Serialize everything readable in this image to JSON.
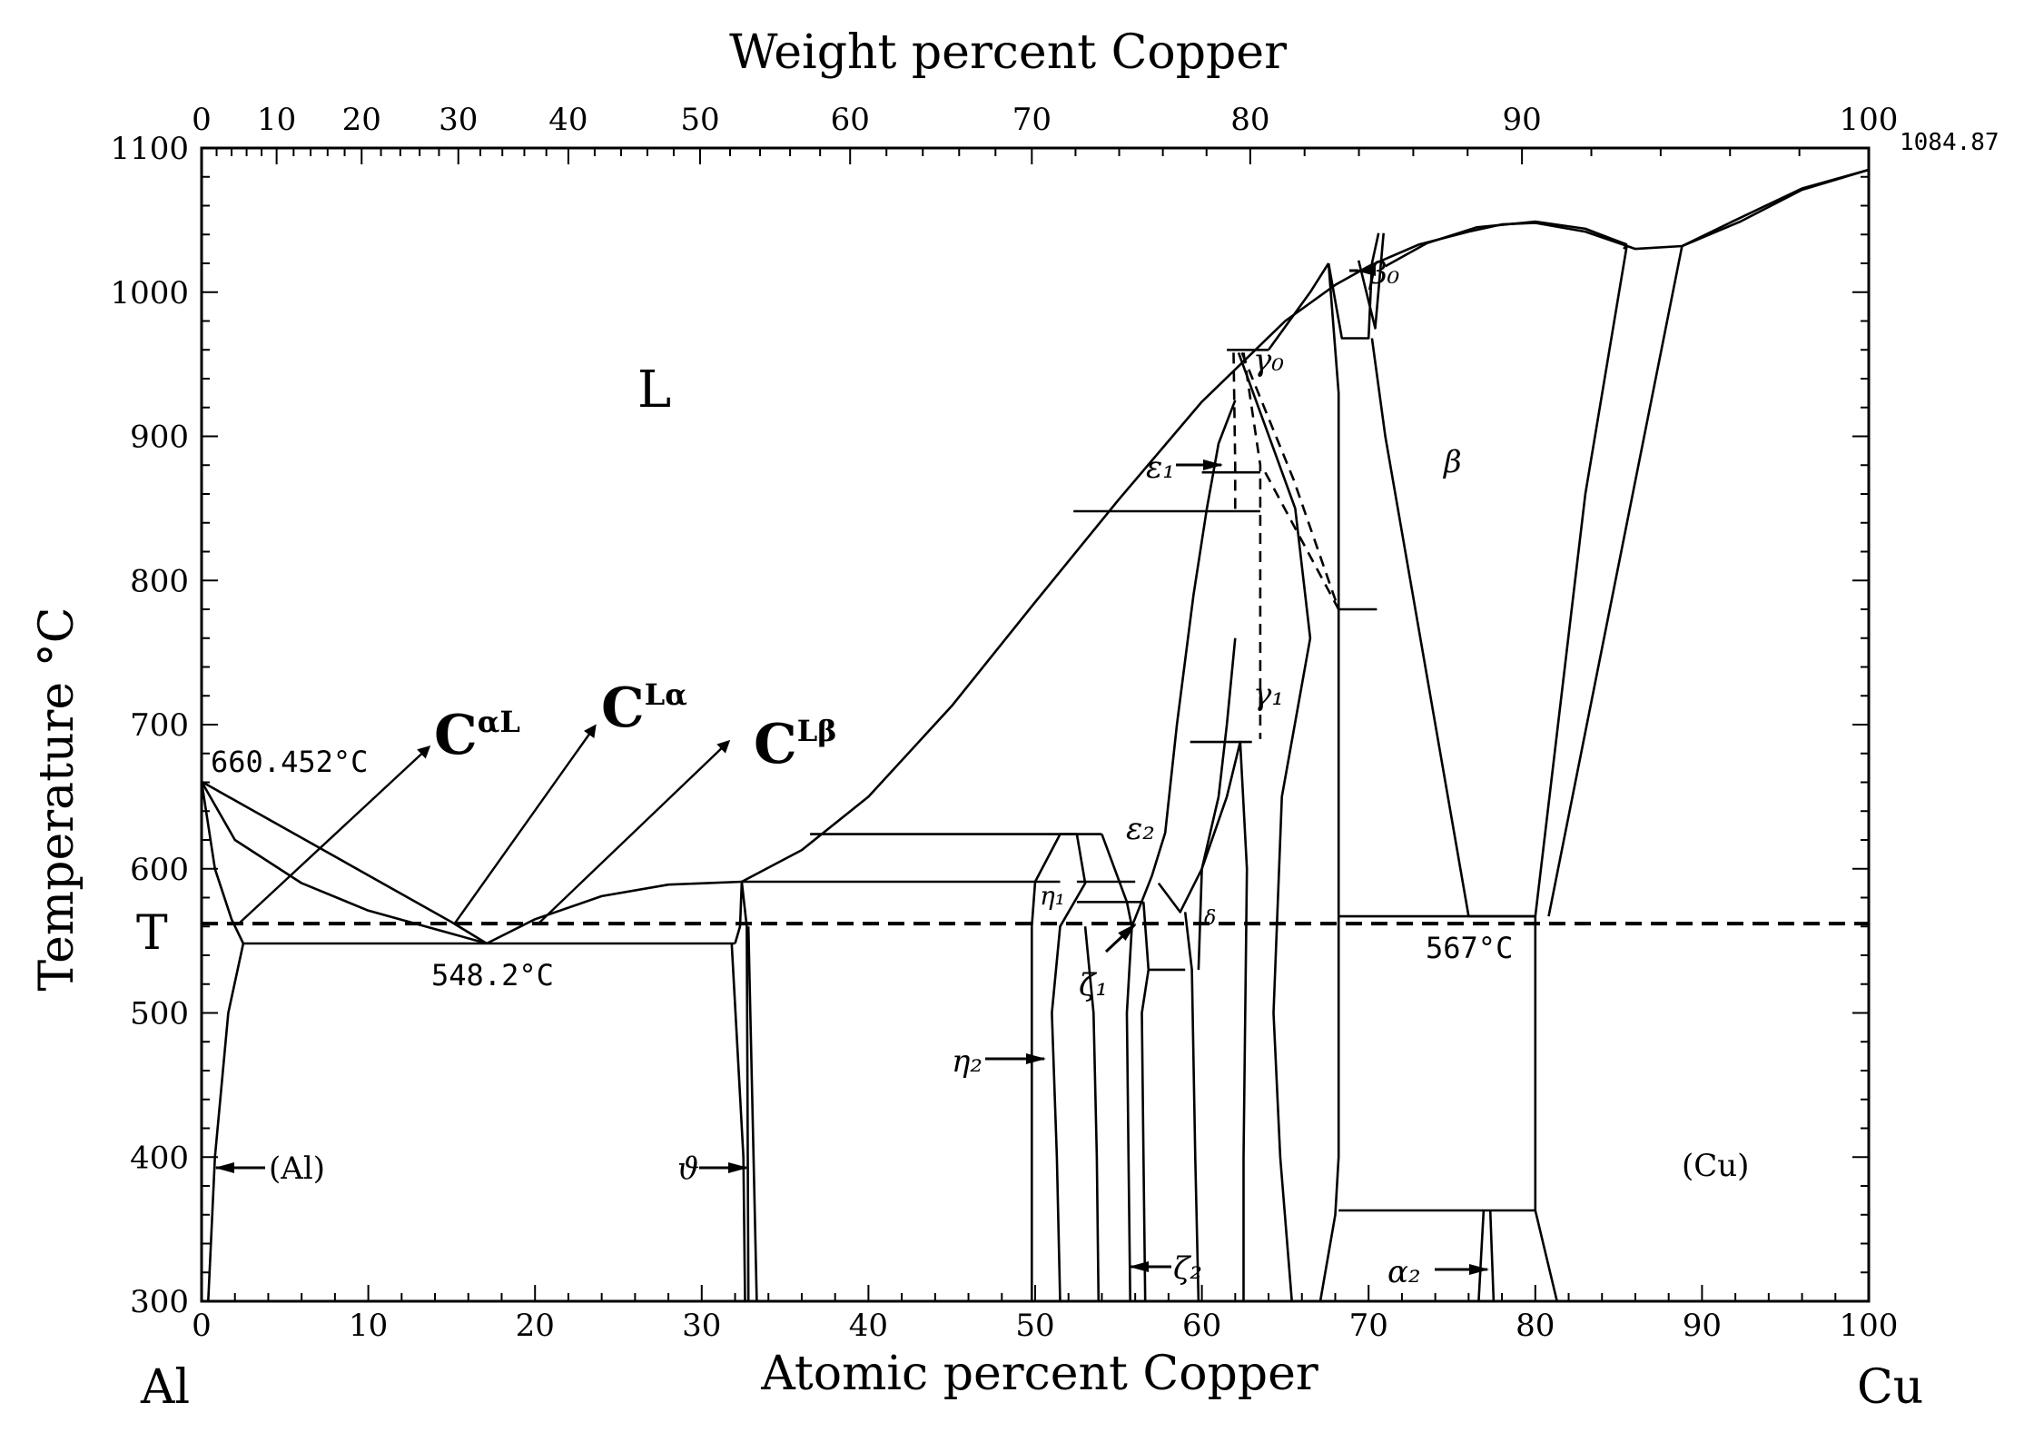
{
  "chart_data": {
    "type": "line",
    "title": "",
    "top_axis": {
      "label": "Weight percent Copper",
      "ticks": [
        0,
        10,
        20,
        30,
        40,
        50,
        60,
        70,
        80,
        90,
        100
      ],
      "tick_at_atomic": [
        0,
        4.5,
        9.6,
        15.4,
        22.0,
        29.9,
        38.9,
        49.8,
        62.9,
        79.2,
        100
      ]
    },
    "bottom_axis": {
      "label": "Atomic percent Copper",
      "ticks": [
        0,
        10,
        20,
        30,
        40,
        50,
        60,
        70,
        80,
        90,
        100
      ],
      "xlim": [
        0,
        100
      ]
    },
    "y_axis": {
      "label": "Temperature  °C",
      "ticks": [
        300,
        400,
        500,
        600,
        700,
        800,
        900,
        1000,
        1100
      ],
      "ylim": [
        300,
        1100
      ]
    },
    "end_labels": {
      "left": "Al",
      "right": "Cu"
    },
    "T_line": {
      "label": "T",
      "temperature": 562
    },
    "notes": [
      {
        "text": "660.452°C",
        "x": 0,
        "y": 660.452
      },
      {
        "text": "548.2°C",
        "x": 17.1,
        "y": 548.2
      },
      {
        "text": "567°C",
        "x": 76,
        "y": 567
      },
      {
        "text": "1084.87",
        "x": 100,
        "y": 1084.87
      }
    ],
    "arrow_labels": [
      {
        "base": "C",
        "sup": "αL"
      },
      {
        "base": "C",
        "sup": "Lα"
      },
      {
        "base": "C",
        "sup": "Lβ"
      }
    ],
    "phase_labels": {
      "L": "L",
      "gamma0": "γ₀",
      "beta0": "β₀",
      "eps1": "ε₁",
      "beta": "β",
      "gamma1": "γ₁",
      "eps2": "ε₂",
      "eta1": "η₁",
      "zeta1": "ζ₁",
      "eta2": "η₂",
      "Al": "(Al)",
      "theta": "ϑ",
      "zeta2": "ζ₂",
      "alpha2": "α₂",
      "Cu": "(Cu)",
      "delta": "δ"
    },
    "series": [
      {
        "style": "solid",
        "points": [
          [
            0,
            660.452
          ],
          [
            2,
            620
          ],
          [
            6,
            590
          ],
          [
            10,
            571
          ],
          [
            15,
            555
          ],
          [
            17.1,
            548.2
          ]
        ]
      },
      {
        "style": "solid",
        "points": [
          [
            17.1,
            548.2
          ],
          [
            20,
            565
          ],
          [
            24,
            581
          ],
          [
            28,
            589
          ],
          [
            32.4,
            591
          ]
        ]
      },
      {
        "style": "solid",
        "points": [
          [
            32.4,
            591
          ],
          [
            36,
            613
          ],
          [
            40,
            650
          ],
          [
            45,
            713
          ],
          [
            50,
            785
          ],
          [
            55,
            856
          ],
          [
            60,
            924
          ],
          [
            65,
            980
          ],
          [
            68,
            1005
          ],
          [
            70,
            1018
          ]
        ]
      },
      {
        "style": "solid",
        "points": [
          [
            70,
            1018
          ],
          [
            73,
            1033
          ],
          [
            76,
            1042
          ],
          [
            78,
            1047
          ],
          [
            80,
            1048
          ],
          [
            83,
            1042
          ],
          [
            86,
            1030
          ],
          [
            88.8,
            1032
          ],
          [
            92,
            1050
          ],
          [
            96,
            1072
          ],
          [
            100,
            1084.87
          ]
        ]
      },
      {
        "style": "solid",
        "points": [
          [
            71,
            1018
          ],
          [
            73.5,
            1034
          ],
          [
            76.5,
            1045
          ],
          [
            80,
            1049
          ],
          [
            83,
            1044
          ],
          [
            85.5,
            1033
          ]
        ]
      },
      {
        "style": "solid",
        "points": [
          [
            88.8,
            1032
          ],
          [
            92.3,
            1049
          ],
          [
            96,
            1071
          ],
          [
            100,
            1084.87
          ]
        ]
      },
      {
        "style": "solid",
        "points": [
          [
            0,
            660.452
          ],
          [
            0.8,
            600
          ],
          [
            1.8,
            565
          ],
          [
            2.5,
            548.2
          ]
        ]
      },
      {
        "style": "solid",
        "points": [
          [
            0,
            660.452
          ],
          [
            15,
            563
          ],
          [
            17.1,
            548.2
          ]
        ]
      },
      {
        "style": "solid",
        "points": [
          [
            2.5,
            548.2
          ],
          [
            32,
            548.2
          ]
        ]
      },
      {
        "style": "solid",
        "points": [
          [
            0.4,
            300
          ],
          [
            0.8,
            400
          ],
          [
            1.6,
            500
          ],
          [
            2.5,
            548.2
          ]
        ]
      },
      {
        "style": "solid",
        "points": [
          [
            32,
            548.2
          ],
          [
            32.3,
            560
          ],
          [
            32.4,
            591
          ],
          [
            32.7,
            560
          ],
          [
            32.8,
            300
          ]
        ]
      },
      {
        "style": "solid",
        "points": [
          [
            31.8,
            548.2
          ],
          [
            32.5,
            400
          ],
          [
            32.6,
            300
          ]
        ]
      },
      {
        "style": "solid",
        "points": [
          [
            32.4,
            591
          ],
          [
            51.5,
            591
          ]
        ]
      },
      {
        "style": "solid",
        "points": [
          [
            32.8,
            560
          ],
          [
            33.3,
            300
          ]
        ]
      },
      {
        "style": "solid",
        "points": [
          [
            36.5,
            624
          ],
          [
            54,
            624
          ]
        ]
      },
      {
        "style": "solid",
        "points": [
          [
            49.8,
            560
          ],
          [
            49.8,
            300
          ]
        ]
      },
      {
        "style": "solid",
        "points": [
          [
            49.8,
            560
          ],
          [
            50,
            591
          ],
          [
            51.5,
            624
          ],
          [
            52.5,
            624
          ],
          [
            53,
            590
          ],
          [
            51.5,
            560
          ],
          [
            51.0,
            500
          ],
          [
            51.3,
            400
          ],
          [
            51.5,
            300
          ]
        ]
      },
      {
        "style": "solid",
        "points": [
          [
            52.5,
            591
          ],
          [
            56,
            591
          ]
        ]
      },
      {
        "style": "solid",
        "points": [
          [
            52.5,
            577
          ],
          [
            56.5,
            577
          ]
        ]
      },
      {
        "style": "solid",
        "points": [
          [
            53,
            560
          ],
          [
            53.5,
            500
          ],
          [
            53.7,
            400
          ],
          [
            53.8,
            300
          ]
        ]
      },
      {
        "style": "solid",
        "points": [
          [
            54,
            624
          ],
          [
            55.5,
            577
          ],
          [
            55.8,
            560
          ],
          [
            55.5,
            500
          ],
          [
            55.6,
            400
          ],
          [
            55.7,
            300
          ]
        ]
      },
      {
        "style": "solid",
        "points": [
          [
            55.8,
            560
          ],
          [
            57,
            595
          ],
          [
            57.8,
            625
          ],
          [
            58.5,
            700
          ],
          [
            59.5,
            790
          ],
          [
            60.3,
            850
          ],
          [
            61,
            895
          ],
          [
            62,
            925
          ]
        ]
      },
      {
        "style": "solid",
        "points": [
          [
            56.5,
            577
          ],
          [
            56.8,
            530
          ],
          [
            56.4,
            500
          ],
          [
            56.5,
            400
          ],
          [
            56.6,
            300
          ]
        ]
      },
      {
        "style": "solid",
        "points": [
          [
            56.8,
            530
          ],
          [
            59,
            530
          ]
        ]
      },
      {
        "style": "solid",
        "points": [
          [
            57.4,
            590
          ],
          [
            58.7,
            570
          ],
          [
            60,
            600
          ],
          [
            61,
            650
          ],
          [
            61.5,
            700
          ],
          [
            62,
            760
          ]
        ]
      },
      {
        "style": "solid",
        "points": [
          [
            59,
            570
          ],
          [
            59.4,
            530
          ],
          [
            59.6,
            400
          ],
          [
            59.8,
            300
          ]
        ]
      },
      {
        "style": "solid",
        "points": [
          [
            59.8,
            530
          ],
          [
            60,
            600
          ],
          [
            61.5,
            650
          ],
          [
            62.3,
            688
          ],
          [
            62.7,
            600
          ],
          [
            62.5,
            400
          ],
          [
            62.5,
            300
          ]
        ]
      },
      {
        "style": "solid",
        "points": [
          [
            59.3,
            688
          ],
          [
            63,
            688
          ]
        ]
      },
      {
        "style": "solid",
        "points": [
          [
            52.3,
            848
          ],
          [
            63.5,
            848
          ]
        ]
      },
      {
        "style": "solid",
        "points": [
          [
            60,
            875
          ],
          [
            63.5,
            875
          ]
        ]
      },
      {
        "style": "solid",
        "points": [
          [
            61.5,
            960
          ],
          [
            64,
            960
          ]
        ]
      },
      {
        "style": "dashed",
        "points": [
          [
            61.9,
            958
          ],
          [
            62,
            880
          ],
          [
            62,
            848
          ]
        ]
      },
      {
        "style": "dashed",
        "points": [
          [
            62.5,
            958
          ],
          [
            63.5,
            880
          ],
          [
            63.5,
            690
          ]
        ]
      },
      {
        "style": "dashed",
        "points": [
          [
            62.4,
            958
          ],
          [
            65.5,
            870
          ],
          [
            68.2,
            780
          ]
        ]
      },
      {
        "style": "dashed",
        "points": [
          [
            63.8,
            875
          ],
          [
            68.2,
            780
          ]
        ]
      },
      {
        "style": "solid",
        "points": [
          [
            64,
            960
          ],
          [
            66.5,
            1000
          ],
          [
            67.6,
            1020
          ]
        ]
      },
      {
        "style": "solid",
        "points": [
          [
            62.2,
            958
          ],
          [
            65.6,
            850
          ],
          [
            66.5,
            760
          ],
          [
            64.8,
            650
          ],
          [
            64.3,
            500
          ],
          [
            64.7,
            400
          ],
          [
            65.4,
            300
          ]
        ]
      },
      {
        "style": "solid",
        "points": [
          [
            67.6,
            1020
          ],
          [
            68.2,
            930
          ],
          [
            68.2,
            780
          ],
          [
            68.2,
            400
          ],
          [
            68,
            360
          ],
          [
            67.1,
            300
          ]
        ]
      },
      {
        "style": "solid",
        "points": [
          [
            67.6,
            1020
          ],
          [
            68.4,
            968
          ],
          [
            70,
            968
          ],
          [
            70.2,
            1020
          ],
          [
            70.6,
            1041
          ]
        ]
      },
      {
        "style": "solid",
        "points": [
          [
            69.4,
            1022
          ],
          [
            70.4,
            975
          ],
          [
            70.9,
            1041
          ]
        ]
      },
      {
        "style": "solid",
        "points": [
          [
            70.2,
            968
          ],
          [
            71,
            900
          ],
          [
            76,
            567
          ]
        ]
      },
      {
        "style": "solid",
        "points": [
          [
            68.2,
            780
          ],
          [
            70.5,
            780
          ]
        ]
      },
      {
        "style": "solid",
        "points": [
          [
            76,
            567
          ],
          [
            80,
            567
          ],
          [
            83,
            860
          ],
          [
            85.5,
            1033
          ]
        ]
      },
      {
        "style": "solid",
        "points": [
          [
            68.2,
            567
          ],
          [
            80,
            567
          ]
        ]
      },
      {
        "style": "solid",
        "points": [
          [
            80,
            567
          ],
          [
            80,
            363
          ],
          [
            81.3,
            300
          ]
        ]
      },
      {
        "style": "solid",
        "points": [
          [
            68.2,
            363
          ],
          [
            80,
            363
          ]
        ]
      },
      {
        "style": "solid",
        "points": [
          [
            77.3,
            363
          ],
          [
            77.5,
            300
          ]
        ]
      },
      {
        "style": "solid",
        "points": [
          [
            76.9,
            363
          ],
          [
            76.6,
            300
          ]
        ]
      },
      {
        "style": "solid",
        "points": [
          [
            85.5,
            1033
          ],
          [
            85.3,
            1030
          ]
        ]
      },
      {
        "style": "solid",
        "points": [
          [
            88.8,
            1032
          ],
          [
            80.8,
            567
          ]
        ]
      }
    ]
  }
}
